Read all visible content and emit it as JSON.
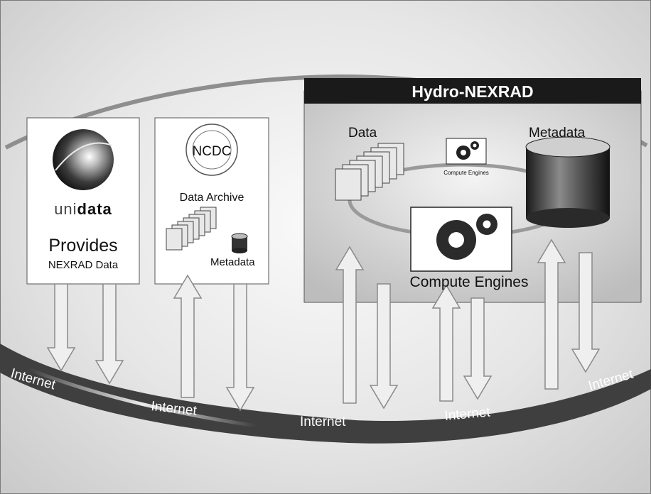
{
  "colors": {
    "band": "#3f3f3f",
    "panel_title_bg": "#1a1a1a",
    "card_bg": "#ffffff",
    "arrow_fill": "#efefef",
    "arrow_stroke": "#8a8a8a"
  },
  "internet_labels": [
    "Internet",
    "Internet",
    "Internet",
    "Internet",
    "Internet"
  ],
  "unidata_card": {
    "logo_icon": "unidata-globe-logo",
    "wordmark_prefix": "uni",
    "wordmark_suffix": "data",
    "provides": "Provides",
    "nexrad_data": "NEXRAD Data"
  },
  "ncdc_card": {
    "seal_icon": "ncdc-seal",
    "seal_text": "NCDC",
    "data_archive": "Data Archive",
    "metadata": "Metadata"
  },
  "hydro_panel": {
    "title": "Hydro-NEXRAD",
    "data_label": "Data",
    "metadata_label": "Metadata",
    "small_engine_label": "Compute Engines",
    "compute_engines_label": "Compute Engines"
  }
}
